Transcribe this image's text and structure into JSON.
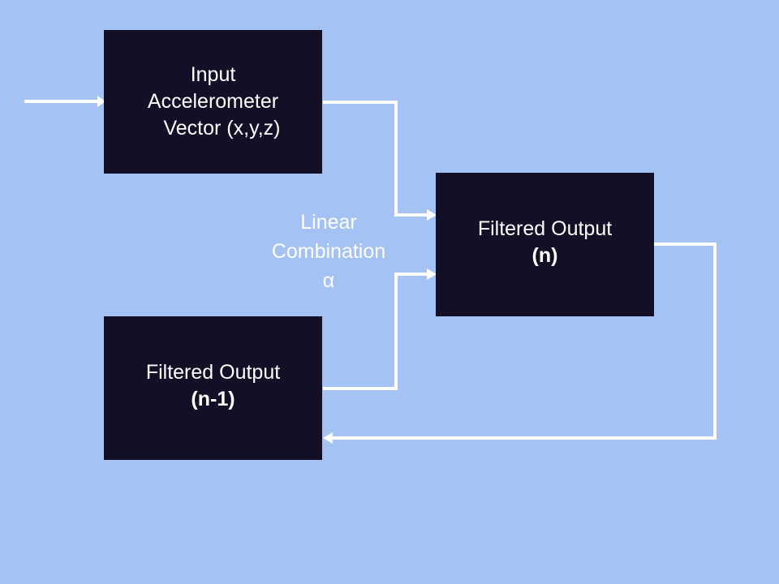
{
  "diagram": {
    "input_box": {
      "line1": "Input",
      "line2": "Accelerometer",
      "line3": "Vector (x,y,z)"
    },
    "output_box": {
      "line1": "Filtered Output",
      "line2": "(n)"
    },
    "previous_output_box": {
      "line1": "Filtered Output",
      "line2": "(n-1)"
    },
    "combination_label": {
      "line1": "Linear",
      "line2": "Combination",
      "line3": "α"
    }
  },
  "colors": {
    "background": "#a4c2f4",
    "box_fill": "#120f26",
    "text": "#ffffff",
    "wire": "#ffffff"
  }
}
